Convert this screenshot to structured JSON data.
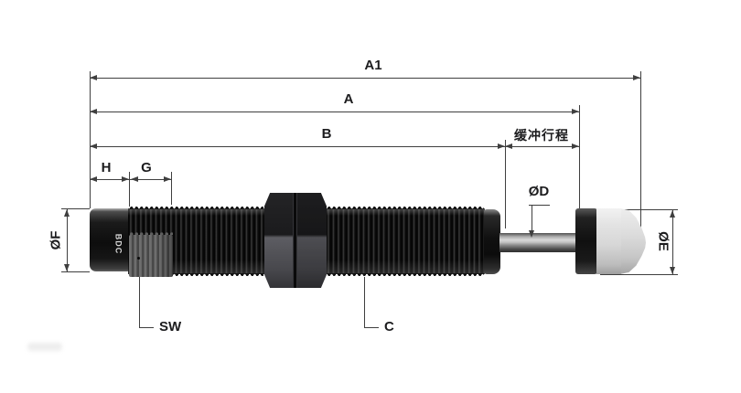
{
  "drawing_type": "shock-absorber-dimension-diagram",
  "labels": {
    "a1": "A1",
    "a": "A",
    "b": "B",
    "buffer_stroke": "缓冲行程",
    "h": "H",
    "g": "G",
    "sw": "SW",
    "c": "C",
    "dia_d": "ØD",
    "dia_e": "ØE",
    "dia_f": "ØF"
  },
  "logo": "BDC",
  "colors": {
    "background": "#ffffff",
    "dimension_line": "#3f3f3f",
    "text": "#1c1c1e",
    "body": "#111111",
    "wrench_flat": "#5f5f5f",
    "hex_nut_facet": "#4a4a50",
    "piston_rod": "#c4c4c4",
    "bumper_cap": "#d8d8d8"
  }
}
